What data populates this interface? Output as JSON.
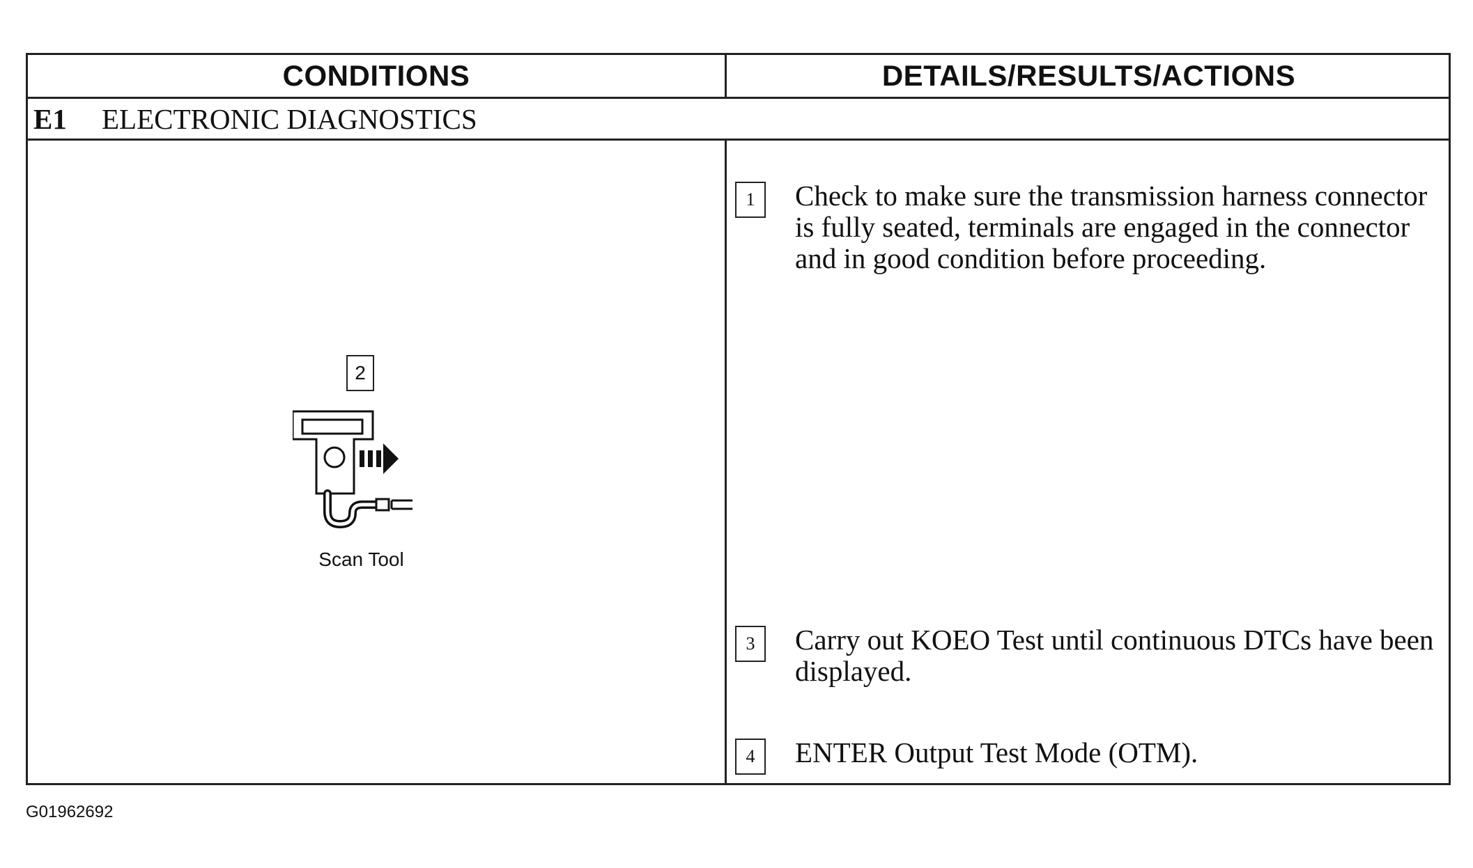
{
  "table": {
    "header": {
      "conditions": "CONDITIONS",
      "details": "DETAILS/RESULTS/ACTIONS"
    },
    "section": {
      "code": "E1",
      "title": "ELECTRONIC DIAGNOSTICS"
    },
    "steps": [
      {
        "number": "1",
        "text": "Check to make sure the transmission harness connector is fully seated, terminals are engaged in the connector and in good condition before proceeding."
      },
      {
        "number": "3",
        "text": "Carry out KOEO Test until continuous DTCs have been displayed."
      },
      {
        "number": "4",
        "text": "ENTER Output Test Mode (OTM)."
      }
    ],
    "figure": {
      "step_number": "2",
      "caption": "Scan Tool",
      "icon": "scan-tool-icon"
    }
  },
  "figure_id": "G01962692"
}
